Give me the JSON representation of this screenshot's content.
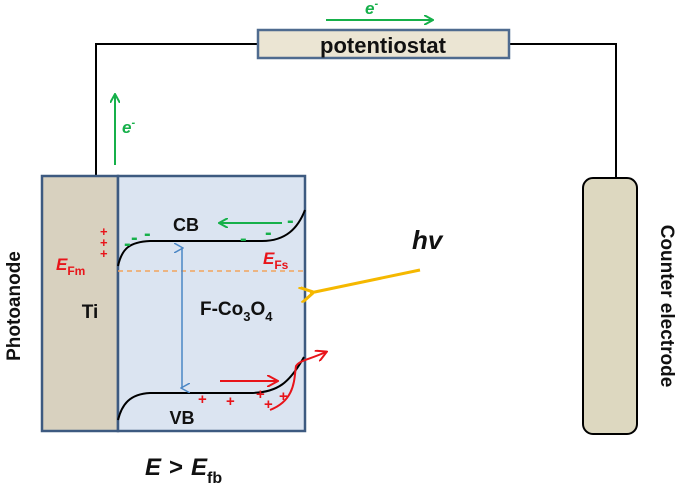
{
  "potentiostat_label": "potentiostat",
  "electron_symbol": "e",
  "electron_charge": "-",
  "photoanode_label": "Photoanode",
  "counter_electrode_label": "Counter electrode",
  "ti_label": "Ti",
  "cb_label": "CB",
  "vb_label": "VB",
  "material": {
    "prefix": "F-Co",
    "sub1": "3",
    "mid": "O",
    "sub2": "4"
  },
  "efm": {
    "main": "E",
    "sub": "Fm"
  },
  "efs": {
    "main": "E",
    "sub": "Fs"
  },
  "hv_label": "hv",
  "plus_sign": "+",
  "minus_sign": "-",
  "condition": {
    "main": "E",
    "op": ">",
    "sub_main": "E",
    "sub": "fb"
  },
  "colors": {
    "green": "#16b04a",
    "red": "#e8141a",
    "orange": "#f5b800",
    "dashed": "#f2a35e",
    "blue_arrow": "#4a86c5",
    "box_border": "#3d5a80",
    "ti_fill": "#d8d1bf",
    "co_fill": "#dbe4f1"
  }
}
